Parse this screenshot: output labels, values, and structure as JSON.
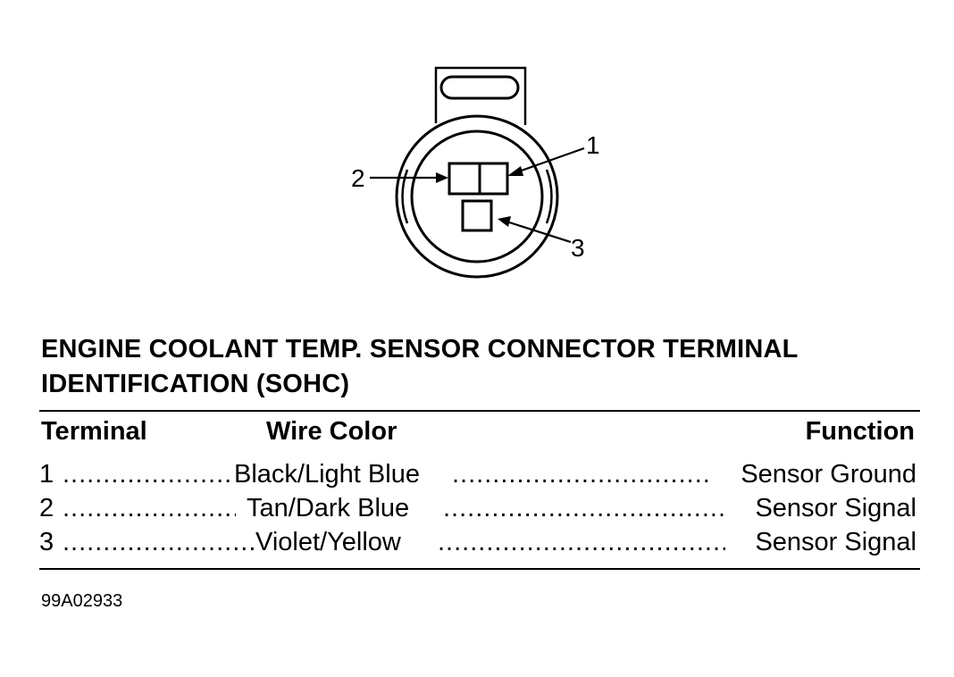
{
  "diagram": {
    "callouts": [
      "1",
      "2",
      "3"
    ]
  },
  "title": "ENGINE COOLANT TEMP. SENSOR CONNECTOR TERMINAL IDENTIFICATION (SOHC)",
  "table": {
    "headers": {
      "terminal": "Terminal",
      "wire_color": "Wire Color",
      "function": "Function"
    },
    "rows": [
      {
        "terminal": "1",
        "wire_color": "Black/Light Blue",
        "function": "Sensor Ground"
      },
      {
        "terminal": "2",
        "wire_color": "Tan/Dark Blue",
        "function": "Sensor Signal"
      },
      {
        "terminal": "3",
        "wire_color": "Violet/Yellow",
        "function": "Sensor Signal"
      }
    ]
  },
  "figure_id": "99A02933"
}
